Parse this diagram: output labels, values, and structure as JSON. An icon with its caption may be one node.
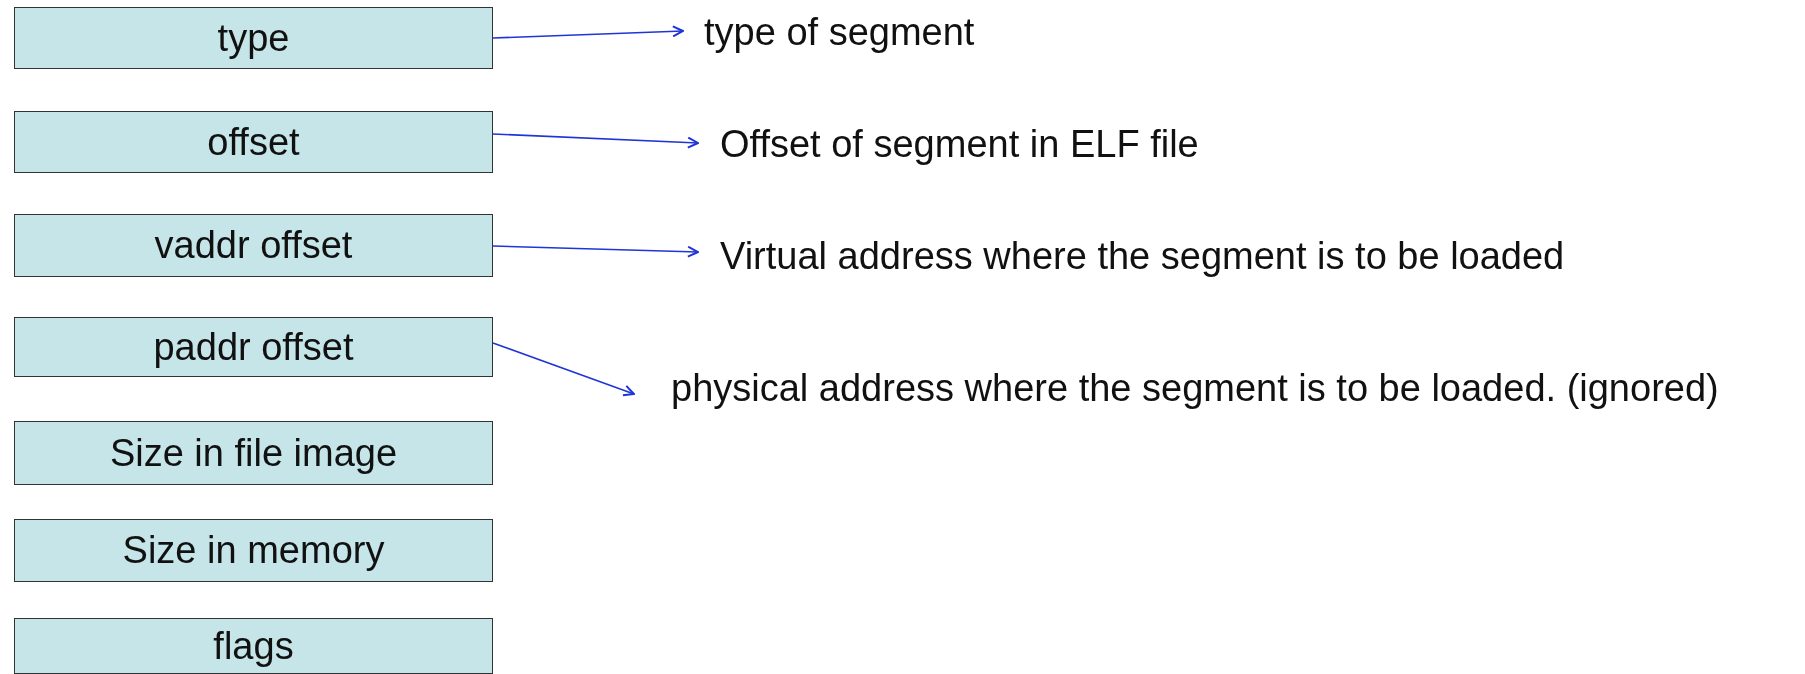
{
  "diagram": {
    "nodes": [
      {
        "text": [
          "type"
        ]
      },
      {
        "text": [
          "offset"
        ]
      },
      {
        "text": [
          "vaddr offset"
        ]
      },
      {
        "text": [
          "paddr offset"
        ]
      },
      {
        "text": [
          "Size in file image"
        ]
      },
      {
        "text": [
          "Size in memory"
        ]
      },
      {
        "text": [
          "flags"
        ]
      },
      {
        "text": [
          "type of segment"
        ]
      },
      {
        "text": [
          "Offset of segment in ELF file"
        ]
      },
      {
        "text": [
          "Virtual address where the segment is to be loaded"
        ]
      },
      {
        "text": [
          "physical address where the segment is to be loaded. (ignored)"
        ]
      }
    ],
    "edges": [
      {
        "from": 0,
        "to": 7,
        "arrow": "to"
      },
      {
        "from": 1,
        "to": 8,
        "arrow": "to"
      },
      {
        "from": 2,
        "to": 9,
        "arrow": "to"
      },
      {
        "from": 3,
        "to": 10,
        "arrow": "to"
      }
    ]
  }
}
